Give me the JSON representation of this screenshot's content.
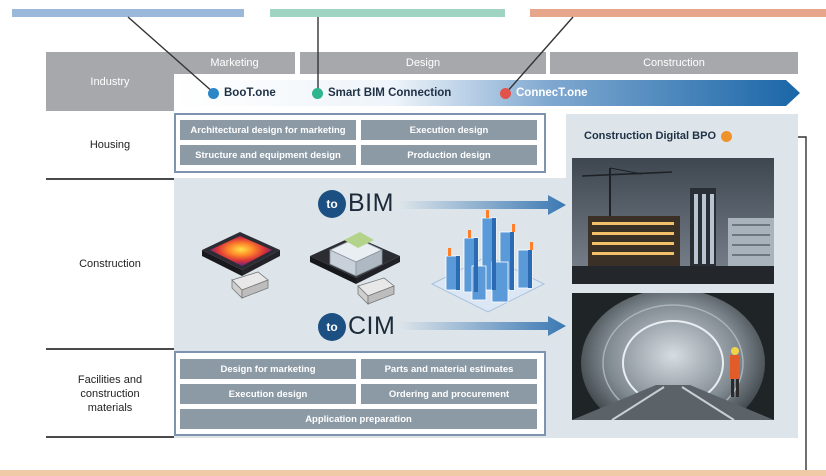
{
  "header": {
    "industry_label": "Industry",
    "phases": [
      "Marketing",
      "Design",
      "Construction"
    ]
  },
  "products": {
    "boot_one": "BooT.one",
    "smart_bim": "Smart BIM Connection",
    "connect_one": "ConnecT.one"
  },
  "rows": {
    "housing": "Housing",
    "construction": "Construction",
    "facilities": "Facilities and construction materials"
  },
  "housing_services": [
    "Architectural design for marketing",
    "Execution design",
    "Structure and equipment design",
    "Production design"
  ],
  "facility_services": [
    "Design for marketing",
    "Parts and material estimates",
    "Execution design",
    "Ordering and procurement",
    "Application preparation"
  ],
  "bpo_label": "Construction Digital BPO",
  "logos": {
    "to_badge": "to",
    "bim": "BIM",
    "cim": "CIM"
  },
  "colors": {
    "blue_bar": "#9ab9da",
    "green_bar": "#9fd4c3",
    "orange_bar": "#e5a68c",
    "boot_dot": "#2a86c8",
    "smart_dot": "#2db58d",
    "connect_dot": "#e0524a",
    "bpo_dot": "#f0922b",
    "arrow_start": "#ffffff",
    "arrow_end": "#1a66a8"
  }
}
